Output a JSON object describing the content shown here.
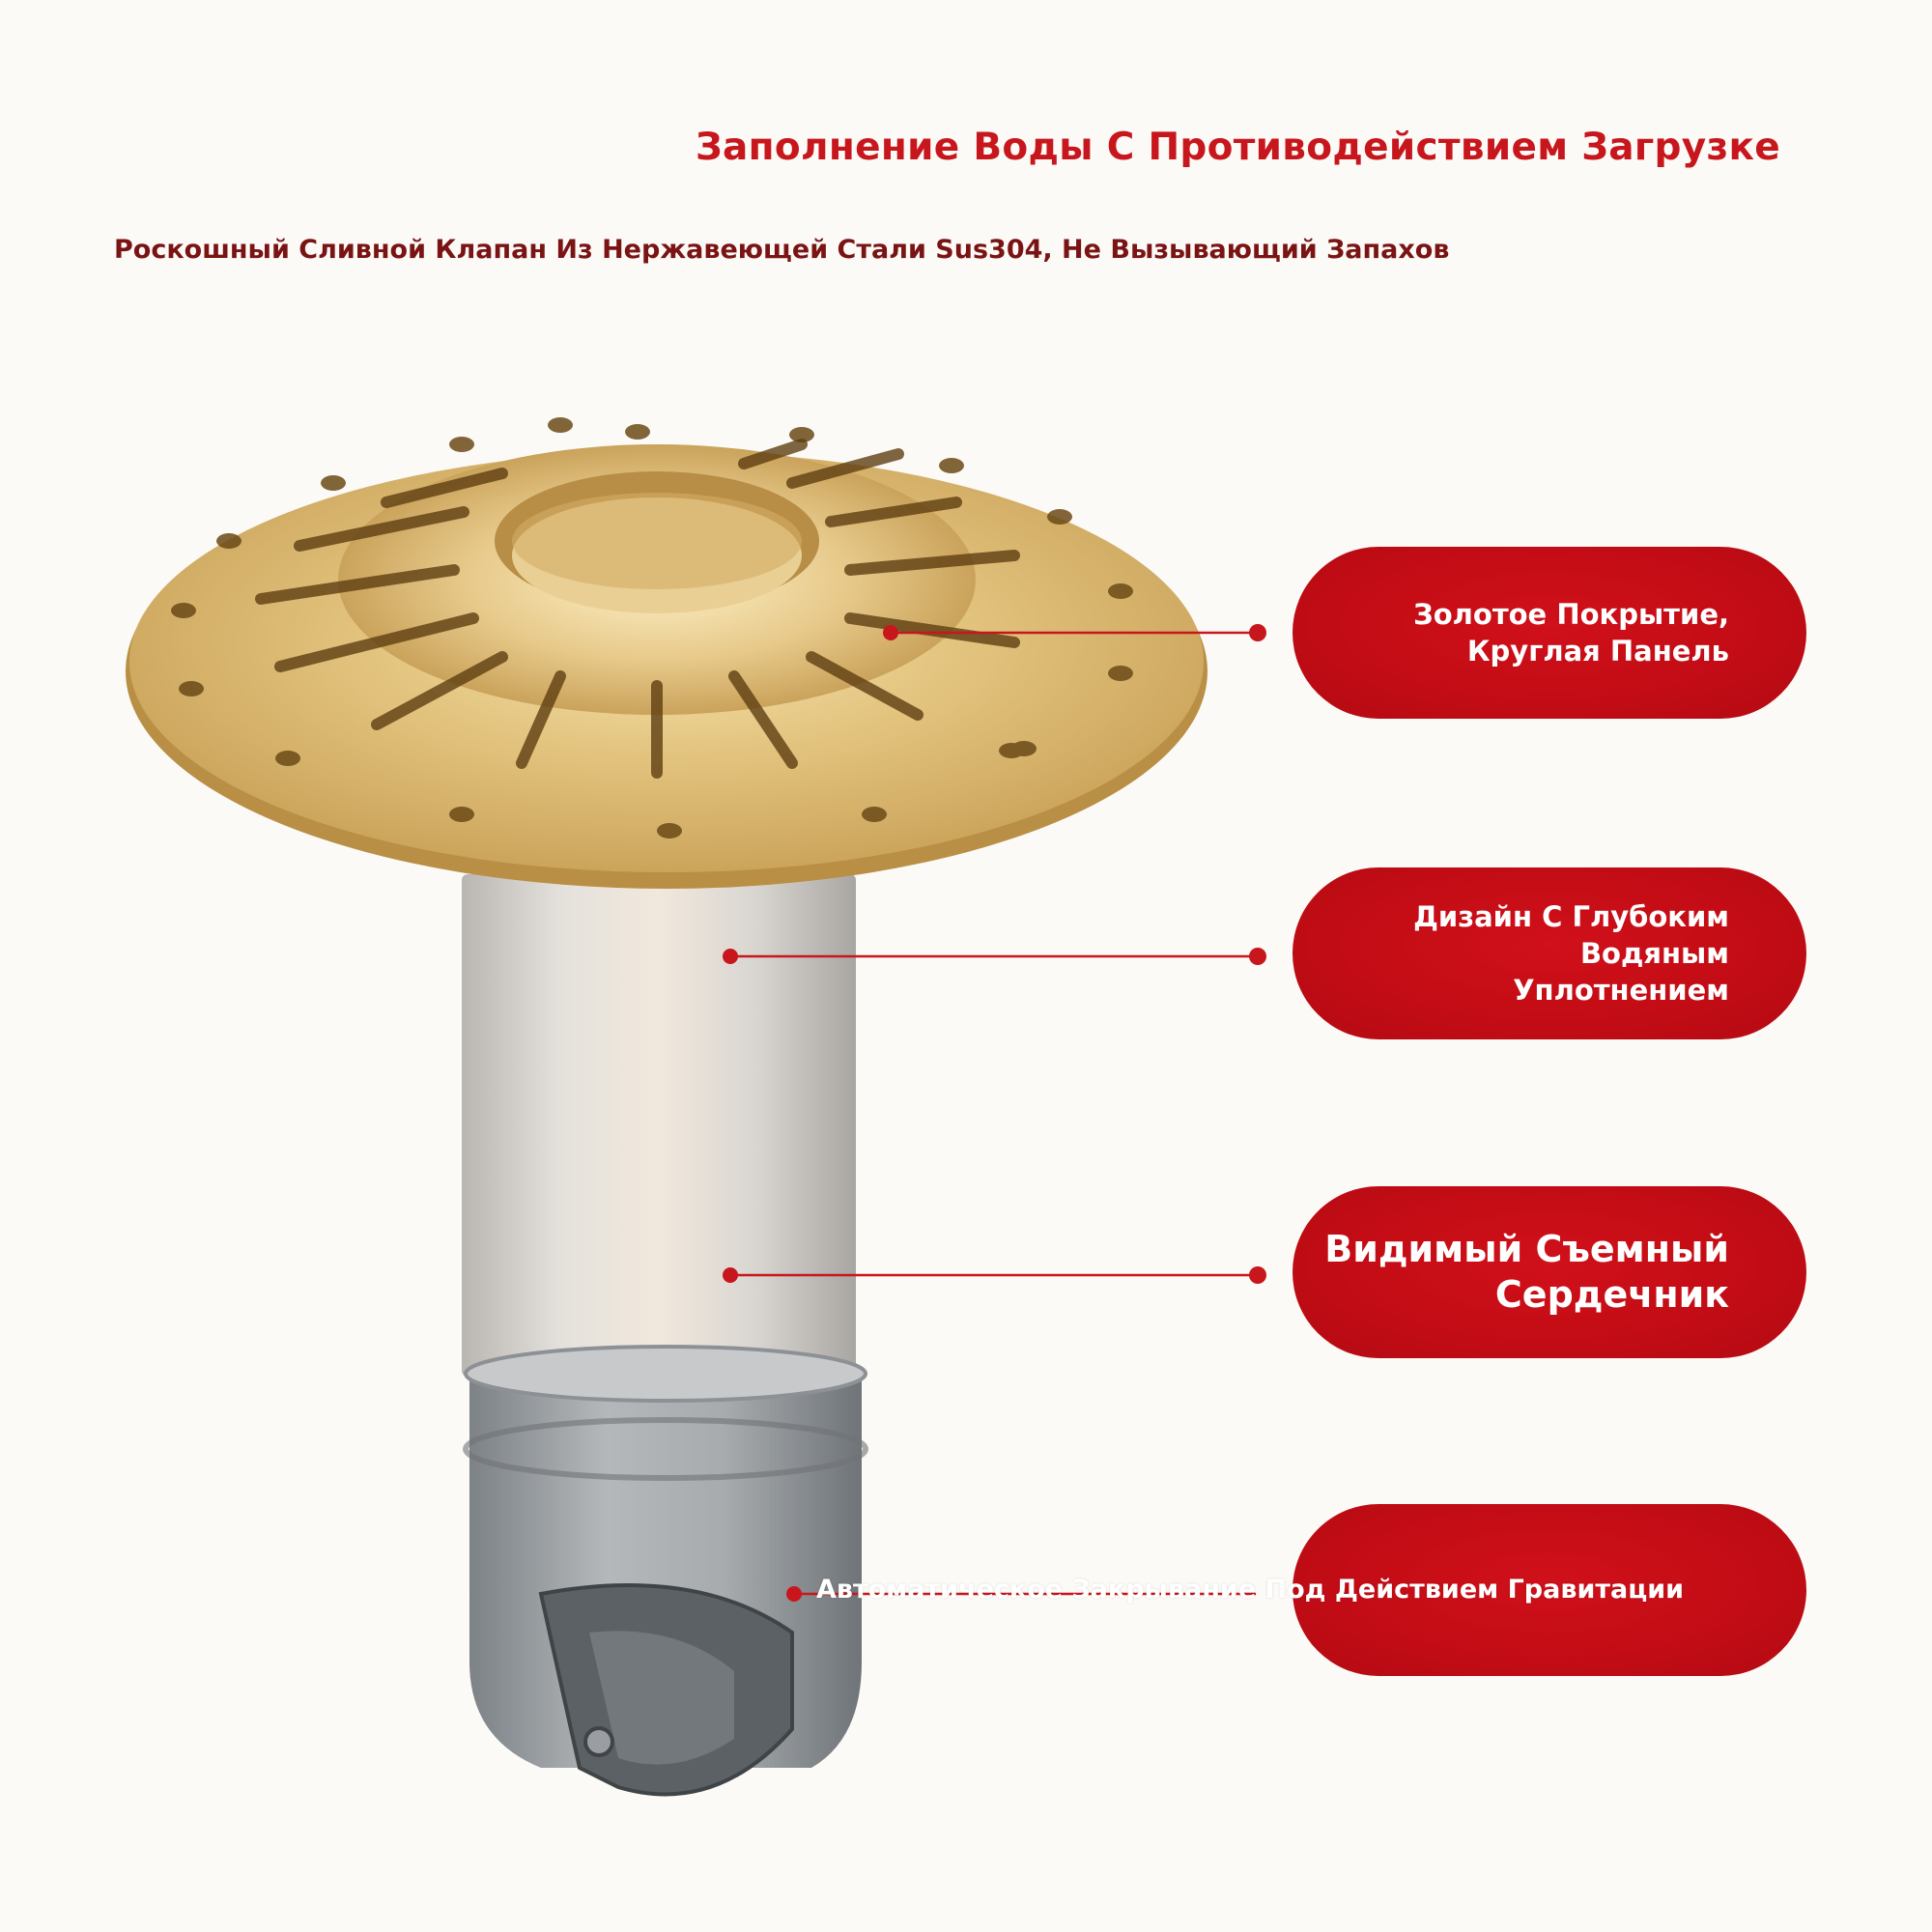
{
  "header": {
    "title": "Заполнение Воды С Противодействием Загрузке",
    "subtitle": "Роскошный Сливной Клапан Из Нержавеющей Стали Sus304, Не Вызывающий Запахов"
  },
  "features": [
    {
      "lines": [
        "Золотое Покрытие,",
        "Круглая Панель"
      ]
    },
    {
      "lines": [
        "Дизайн С Глубоким",
        "Водяным",
        "Уплотнением"
      ]
    },
    {
      "lines": [
        "Видимый Съемный",
        "Сердечник"
      ]
    },
    {
      "label": "Автоматическое Закрывание Под Действием Гравитации"
    }
  ],
  "colors": {
    "accent_red": "#c8161d",
    "subtitle_dark_red": "#7a1414",
    "gold": "#d9b46b",
    "steel": "#d6d3cf"
  }
}
